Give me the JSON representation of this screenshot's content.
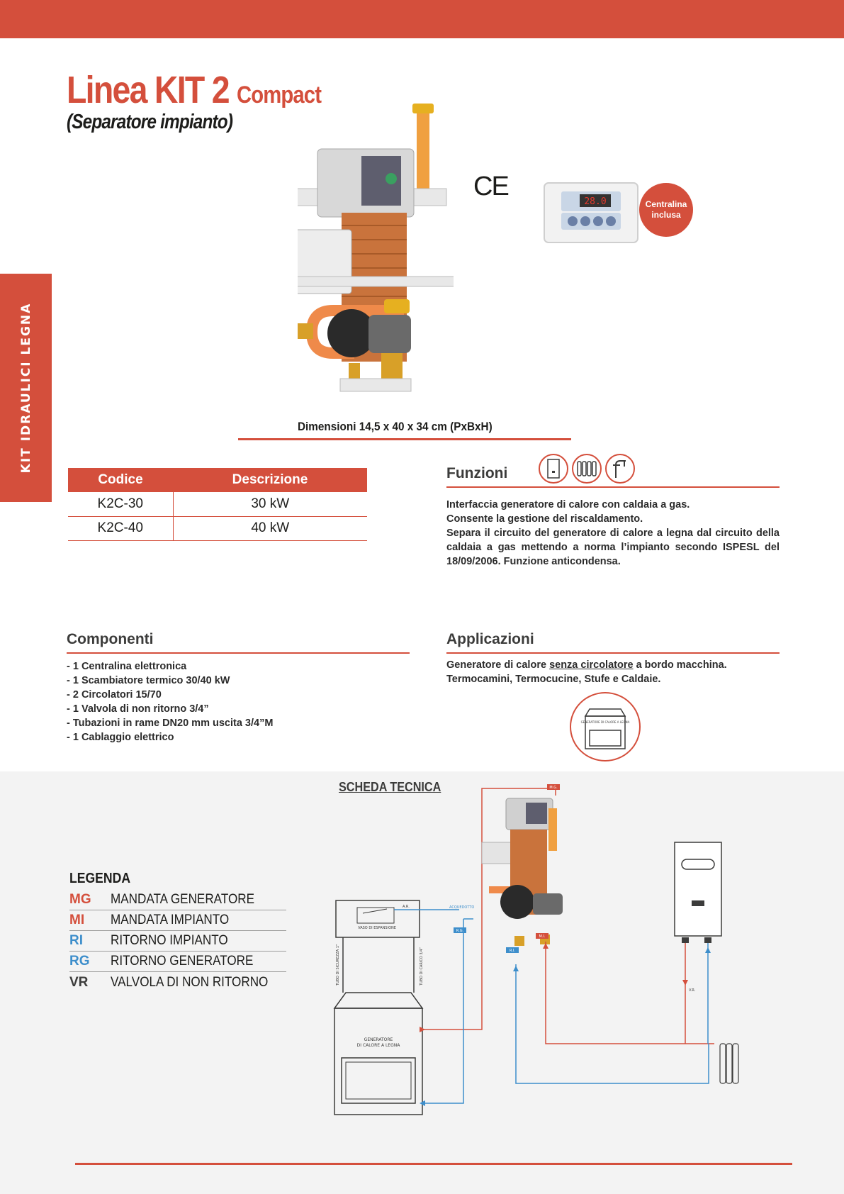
{
  "header": {
    "accent": "#d44f3c"
  },
  "side_tab": {
    "label": "KIT IDRAULICI LEGNA"
  },
  "title": {
    "main": "Linea KIT 2 ",
    "suffix": "Compact",
    "subtitle": "(Separatore impianto)"
  },
  "product": {
    "ce_mark": "CE",
    "badge": "Centralina inclusa",
    "controller_display": "28.0",
    "dimensions": "Dimensioni  14,5 x 40 x 34 cm (PxBxH)"
  },
  "code_table": {
    "headers": [
      "Codice",
      "Descrizione"
    ],
    "rows": [
      {
        "code": "K2C-30",
        "desc": "30 kW"
      },
      {
        "code": "K2C-40",
        "desc": "40 kW"
      }
    ]
  },
  "funzioni": {
    "heading": "Funzioni",
    "icons": [
      "boiler-icon",
      "radiator-icon",
      "tap-icon"
    ],
    "lines": [
      "Interfaccia generatore di calore con caldaia a gas.",
      "Consente la gestione del riscaldamento.",
      "Separa il circuito del generatore di calore a legna dal circuito della caldaia a gas mettendo a norma l’impianto secondo ISPESL del 18/09/2006. Funzione anticondensa."
    ]
  },
  "componenti": {
    "heading": "Componenti",
    "items": [
      "- 1 Centralina elettronica",
      "- 1 Scambiatore termico 30/40 kW",
      "- 2 Circolatori 15/70",
      "- 1 Valvola di non ritorno 3/4”",
      "- Tubazioni in rame DN20 mm uscita 3/4”M",
      "- 1 Cablaggio elettrico"
    ]
  },
  "applicazioni": {
    "heading": "Applicazioni",
    "line1_pre": "Generatore di calore ",
    "line1_bold": "senza circolatore",
    "line1_post": " a bordo macchina.",
    "line2": "Termocamini, Termocucine, Stufe e Caldaie.",
    "icon_label": "GENERATORE DI CALORE A LEGNA"
  },
  "scheda": {
    "title": "SCHEDA TECNICA",
    "legend_title": "LEGENDA",
    "legend": [
      {
        "code": "MG",
        "desc": "MANDATA GENERATORE",
        "color": "#d44f3c"
      },
      {
        "code": "MI",
        "desc": "MANDATA IMPIANTO",
        "color": "#d44f3c"
      },
      {
        "code": "RI",
        "desc": "RITORNO IMPIANTO",
        "color": "#3d8ecb"
      },
      {
        "code": "RG",
        "desc": "RITORNO GENERATORE",
        "color": "#3d8ecb"
      },
      {
        "code": "VR",
        "desc": "VALVOLA DI NON RITORNO",
        "color": "#3c3c3b"
      }
    ],
    "diagram": {
      "vaso": "VASO DI ESPANSIONE",
      "sfiato": "A.R.",
      "acquedotto": "ACQUEDOTTO",
      "tubo_sicurezza": "TUBO DI SICUREZZA 1”",
      "tubo_carico": "TUBO DI CARICO 3/4”",
      "gen_label_1": "GENERATORE",
      "gen_label_2": "DI CALORE A LEGNA",
      "tag_mg": "M.G.",
      "tag_rg": "R.G.",
      "tag_mi": "M.I.",
      "tag_ri": "R.I.",
      "tag_vr": "V.R."
    }
  }
}
